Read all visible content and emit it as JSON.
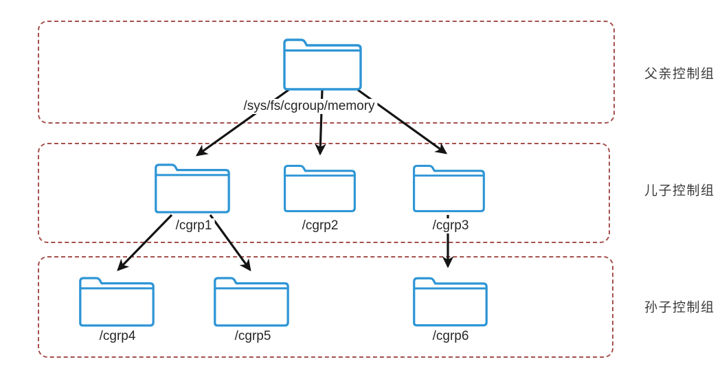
{
  "diagram": {
    "type": "tree",
    "root": {
      "label": "/sys/fs/cgroup/memory"
    },
    "rows": [
      {
        "label": "父亲控制组"
      },
      {
        "label": "儿子控制组"
      },
      {
        "label": "孙子控制组"
      }
    ],
    "children": [
      {
        "label": "/cgrp1"
      },
      {
        "label": "/cgrp2"
      },
      {
        "label": "/cgrp3"
      }
    ],
    "grandchildren": [
      {
        "label": "/cgrp4"
      },
      {
        "label": "/cgrp5"
      },
      {
        "label": "/cgrp6"
      }
    ],
    "edges": [
      {
        "from": "/sys/fs/cgroup/memory",
        "to": "/cgrp1"
      },
      {
        "from": "/sys/fs/cgroup/memory",
        "to": "/cgrp2"
      },
      {
        "from": "/sys/fs/cgroup/memory",
        "to": "/cgrp3"
      },
      {
        "from": "/cgrp1",
        "to": "/cgrp4"
      },
      {
        "from": "/cgrp1",
        "to": "/cgrp5"
      },
      {
        "from": "/cgrp3",
        "to": "/cgrp6"
      }
    ]
  },
  "colors": {
    "folder_outline": "#2d95d5",
    "group_border": "#a3504c",
    "arrow": "#141414",
    "text": "#262626",
    "background": "#ffffff"
  }
}
